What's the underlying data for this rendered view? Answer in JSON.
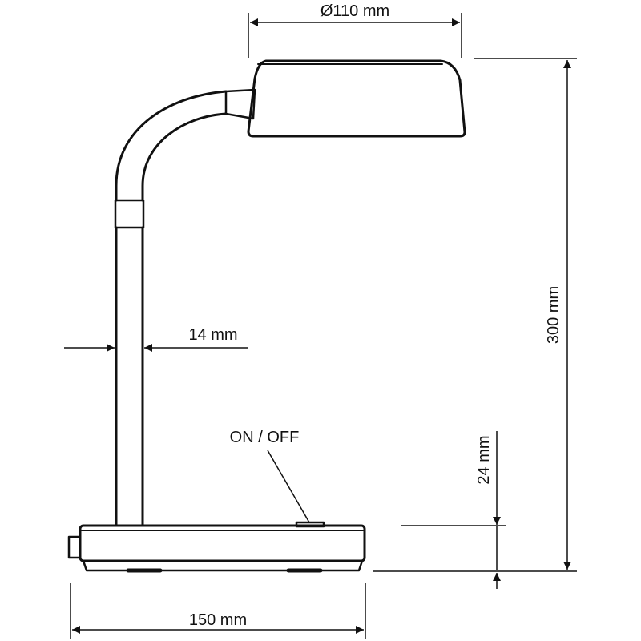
{
  "diagram": {
    "labels": {
      "head_diameter": "Ø110 mm",
      "total_height": "300 mm",
      "stem_diameter": "14 mm",
      "switch": "ON / OFF",
      "base_height": "24 mm",
      "base_width": "150 mm"
    }
  },
  "colors": {
    "line": "#111111",
    "background": "#ffffff"
  }
}
